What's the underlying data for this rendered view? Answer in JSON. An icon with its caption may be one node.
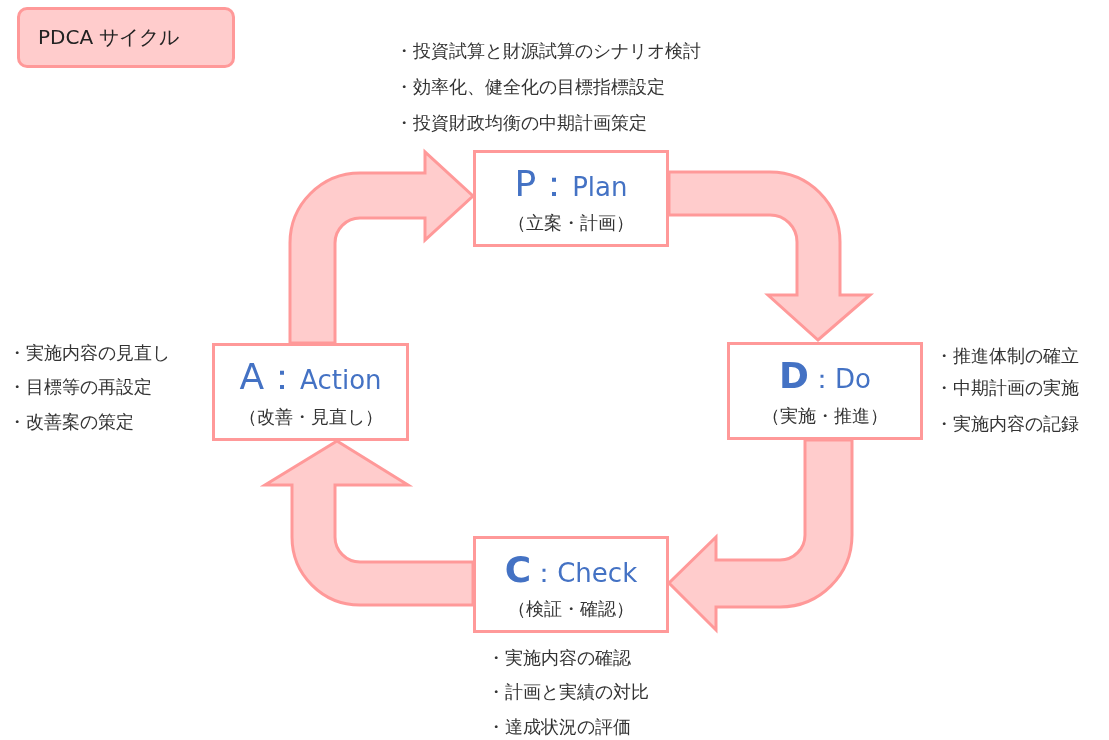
{
  "diagram": {
    "nodes": [
      {
        "text": [
          "PDCA サイクル"
        ]
      },
      {
        "text": [
          "P：Plan",
          "（立案・計画）"
        ],
        "beside": [
          "・投資試算と財源試算のシナリオ検討",
          "・効率化、健全化の目標指標設定",
          "・投資財政均衡の中期計画策定"
        ]
      },
      {
        "text": [
          "A：Action",
          "（改善・見直し）"
        ],
        "beside": [
          "・実施内容の見直し",
          "・目標等の再設定",
          "・改善案の策定"
        ]
      },
      {
        "text": [
          "**D**：Do",
          "（実施・推進）"
        ],
        "beside": [
          "・推進体制の確立",
          "・中期計画の実施",
          "・実施内容の記録"
        ]
      },
      {
        "text": [
          "**C**：Check",
          "（検証・確認）"
        ],
        "beside": [
          "・実施内容の確認",
          "・計画と実績の対比",
          "・達成状況の評価"
        ]
      }
    ],
    "edges": [
      {
        "from": 1,
        "to": 3,
        "arrow": "to"
      },
      {
        "from": 3,
        "to": 4,
        "arrow": "to"
      },
      {
        "from": 4,
        "to": 2,
        "arrow": "to"
      },
      {
        "from": 2,
        "to": 1,
        "arrow": "to"
      }
    ]
  }
}
